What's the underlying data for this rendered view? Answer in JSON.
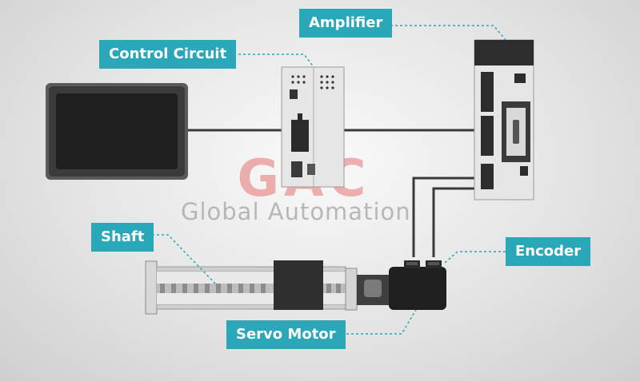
{
  "labels": {
    "amplifier": "Amplifier",
    "control_circuit": "Control Circuit",
    "shaft": "Shaft",
    "encoder": "Encoder",
    "servo_motor": "Servo Motor"
  },
  "watermark": {
    "logo_text": "GAC",
    "text": "Global Automation"
  },
  "colors": {
    "label_bg": "#2aa7b8",
    "label_text": "#ffffff",
    "device_dark": "#333333",
    "device_light": "#e6e6e6",
    "logo_red": "#e57373"
  }
}
